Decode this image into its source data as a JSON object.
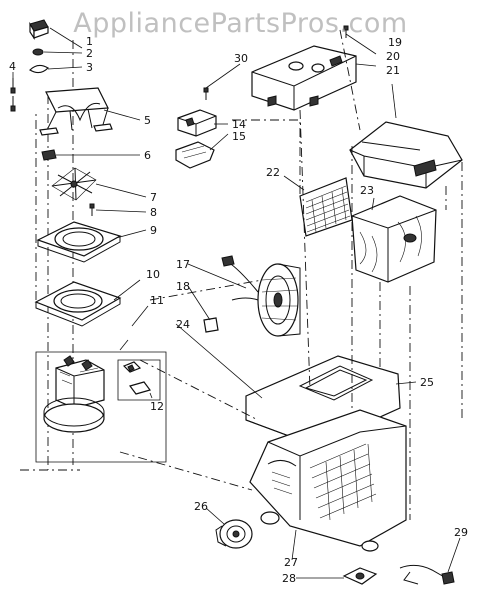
{
  "watermark": "AppliancePartsPros.com",
  "callouts": {
    "c1": "1",
    "c2": "2",
    "c3": "3",
    "c4": "4",
    "c5": "5",
    "c6": "6",
    "c7": "7",
    "c8": "8",
    "c9": "9",
    "c10": "10",
    "c11": "11",
    "c12": "12",
    "c14": "14",
    "c15": "15",
    "c17": "17",
    "c18": "18",
    "c19": "19",
    "c20": "20",
    "c21": "21",
    "c22": "22",
    "c23": "23",
    "c24": "24",
    "c25": "25",
    "c26": "26",
    "c27": "27",
    "c28": "28",
    "c29": "29",
    "c30": "30"
  }
}
